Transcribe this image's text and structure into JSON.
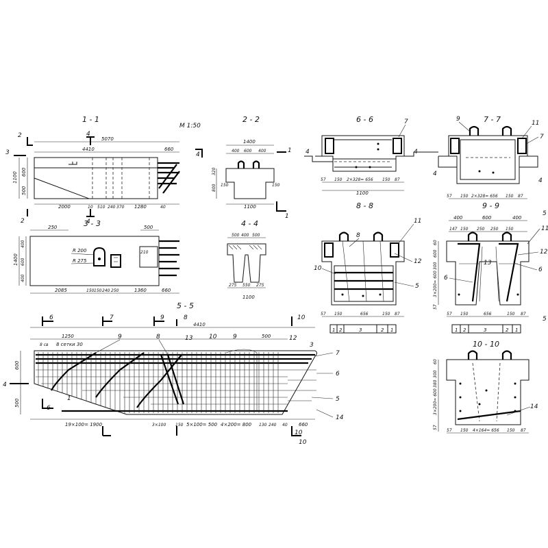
{
  "scale": "М 1:50",
  "sections": {
    "s11": {
      "title": "1 - 1",
      "dims_top": [
        "5070",
        "4410",
        "660"
      ],
      "dims_bottom": [
        "2000",
        "10",
        "510",
        "240",
        "370",
        "1280",
        "40"
      ],
      "dims_left": [
        "1100",
        "600",
        "500"
      ],
      "markers": [
        "2",
        "3",
        "4",
        "2",
        "4"
      ]
    },
    "s22": {
      "title": "2 - 2",
      "dims_top": [
        "1400",
        "400",
        "600",
        "400"
      ],
      "dims_bottom": [
        "1100"
      ],
      "dims_left": [
        "320",
        "800",
        "150"
      ],
      "dims_right": [
        "150"
      ],
      "markers": [
        "1",
        "1",
        "4"
      ]
    },
    "s33": {
      "title": "3 - 3",
      "dims_top": [
        "250",
        "500"
      ],
      "radii": [
        "R 200",
        "R 275"
      ],
      "dims_left": [
        "1400",
        "400",
        "600",
        "400"
      ],
      "dims_bottom": [
        "2085",
        "150",
        "150",
        "240",
        "250",
        "1360",
        "660"
      ]
    },
    "s44": {
      "title": "4 - 4",
      "dims_top": [
        "500",
        "400",
        "500"
      ],
      "dims_bottom": [
        "275",
        "550",
        "275"
      ],
      "dims_total": [
        "1100"
      ]
    },
    "s55": {
      "title": "5 - 5",
      "dims_top": [
        "4410",
        "1250",
        "8 св",
        "500"
      ],
      "labels": [
        "8 сетки 30"
      ],
      "dims_left": [
        "600",
        "500"
      ],
      "dims_bottom": [
        "19×100= 1900",
        "3×100",
        "150",
        "5×100= 500",
        "4×200= 800",
        "130",
        "240",
        "40",
        "660"
      ],
      "callouts": [
        "6",
        "7",
        "9",
        "8",
        "13",
        "10",
        "9",
        "12",
        "3",
        "7",
        "6",
        "5",
        "14",
        "1",
        "4",
        "6",
        "10",
        "10"
      ]
    },
    "s66": {
      "title": "6 - 6",
      "dims_bottom": [
        "57",
        "150",
        "2×328= 656",
        "150",
        "87"
      ],
      "dims_total": [
        "1100"
      ],
      "callouts": [
        "7",
        "4",
        "4"
      ]
    },
    "s77": {
      "title": "7 - 7",
      "dims_bottom": [
        "57",
        "150",
        "2×328= 656",
        "150",
        "87"
      ],
      "callouts": [
        "9",
        "11",
        "7",
        "4",
        "4"
      ]
    },
    "s88": {
      "title": "8 - 8",
      "dims_bottom": [
        "57",
        "150",
        "656",
        "150",
        "87"
      ],
      "callouts": [
        "11",
        "8",
        "12",
        "10",
        "5"
      ],
      "table": [
        "1",
        "2",
        "3",
        "2",
        "1"
      ]
    },
    "s99": {
      "title": "9 - 9",
      "dims_top": [
        "400",
        "600",
        "400"
      ],
      "dims_sub": [
        "147",
        "150",
        "250",
        "250",
        "150"
      ],
      "dims_left": [
        "60",
        "600",
        "300",
        "3×200= 600",
        "57"
      ],
      "dims_bottom": [
        "57",
        "150",
        "656",
        "150",
        "87"
      ],
      "callouts": [
        "5",
        "11",
        "12",
        "13",
        "6",
        "6",
        "5"
      ],
      "table": [
        "1",
        "2",
        "3",
        "2",
        "1"
      ]
    },
    "s1010": {
      "title": "10 - 10",
      "dims_left": [
        "60",
        "300",
        "380",
        "3×200= 600",
        "57"
      ],
      "dims_bottom": [
        "57",
        "150",
        "4×164= 656",
        "150",
        "87"
      ],
      "callouts": [
        "14"
      ]
    }
  }
}
